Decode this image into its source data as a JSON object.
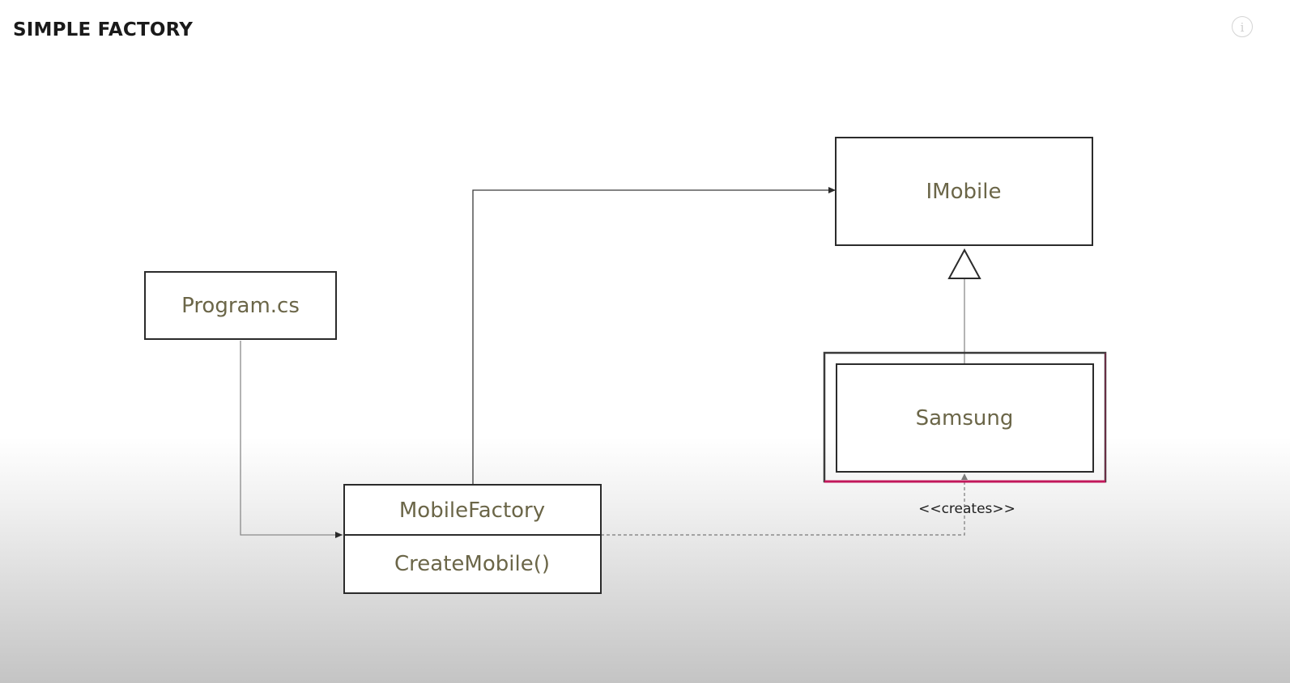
{
  "header": {
    "title": "SIMPLE FACTORY",
    "info_icon": "info-icon",
    "info_glyph": "i"
  },
  "diagram": {
    "nodes": {
      "imobile": "IMobile",
      "program": "Program.cs",
      "samsung": "Samsung",
      "factory_name": "MobileFactory",
      "factory_method": "CreateMobile()"
    },
    "relations": {
      "creates_label": "<<creates>>"
    },
    "colors": {
      "highlight": "#c2185b",
      "box_stroke": "#2b2b2b",
      "node_text": "#6b6648"
    }
  }
}
